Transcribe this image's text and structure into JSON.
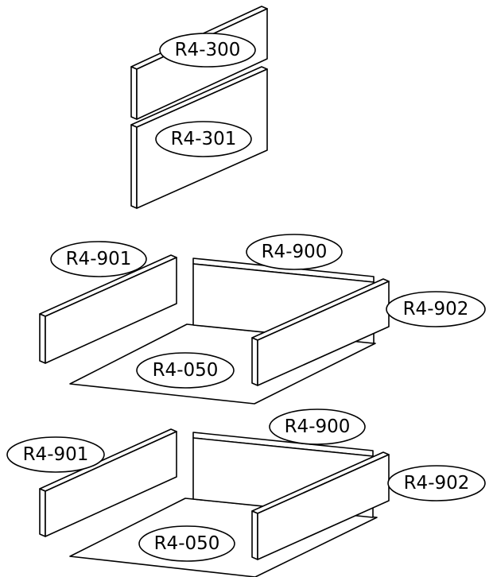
{
  "colors": {
    "line": "#000000",
    "fill": "#ffffff"
  },
  "labels": {
    "front_upper": "R4-300",
    "front_lower": "R4-301",
    "drawer1_left": "R4-901",
    "drawer1_back": "R4-900",
    "drawer1_right": "R4-902",
    "drawer1_bottom": "R4-050",
    "drawer2_left": "R4-901",
    "drawer2_back": "R4-900",
    "drawer2_right": "R4-902",
    "drawer2_bottom": "R4-050"
  }
}
